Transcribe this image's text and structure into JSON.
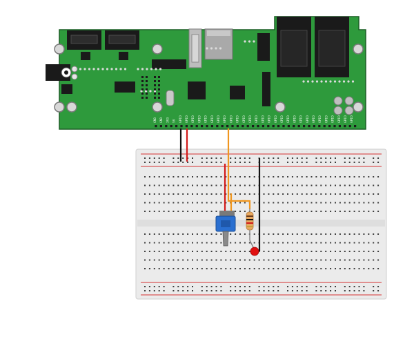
{
  "diagram": {
    "board": {
      "pin_labels": [
        "GND",
        "GND",
        "3V3",
        "5V",
        "GPIO",
        "GPIO",
        "GPIO",
        "GPIO",
        "GPIO",
        "GPIO",
        "GPIO",
        "GPIO",
        "GPIO",
        "GPIO",
        "GPIO",
        "GPIO",
        "GPIO",
        "GPIO",
        "GPIO",
        "GPIO",
        "GPIO",
        "GPIO",
        "GPIO",
        "GPIO",
        "GPIO",
        "GPIO",
        "GPIO",
        "GPIO",
        "GPIO",
        "GPIO",
        "GPIO",
        "GPIO"
      ]
    },
    "breadboard": {
      "rows_per_half": 5
    },
    "wires": [
      {
        "name": "black-gnd-wire",
        "color": "#111111"
      },
      {
        "name": "red-power-wire",
        "color": "#d21a1a"
      },
      {
        "name": "orange-signal-wire",
        "color": "#f0961e"
      }
    ],
    "components": {
      "switch": {
        "body_color": "#2a6fd0",
        "lever_color": "#8a8a8a"
      },
      "resistor": {
        "body_color": "#e8a860"
      },
      "led": {
        "color": "#e01010"
      }
    },
    "colors": {
      "board_green": "#2e9a3c",
      "board_outline": "#1d5e26",
      "breadboard_bg": "#ebebeb",
      "rail_red": "#d43030",
      "hole": "#3c3c3c"
    }
  }
}
